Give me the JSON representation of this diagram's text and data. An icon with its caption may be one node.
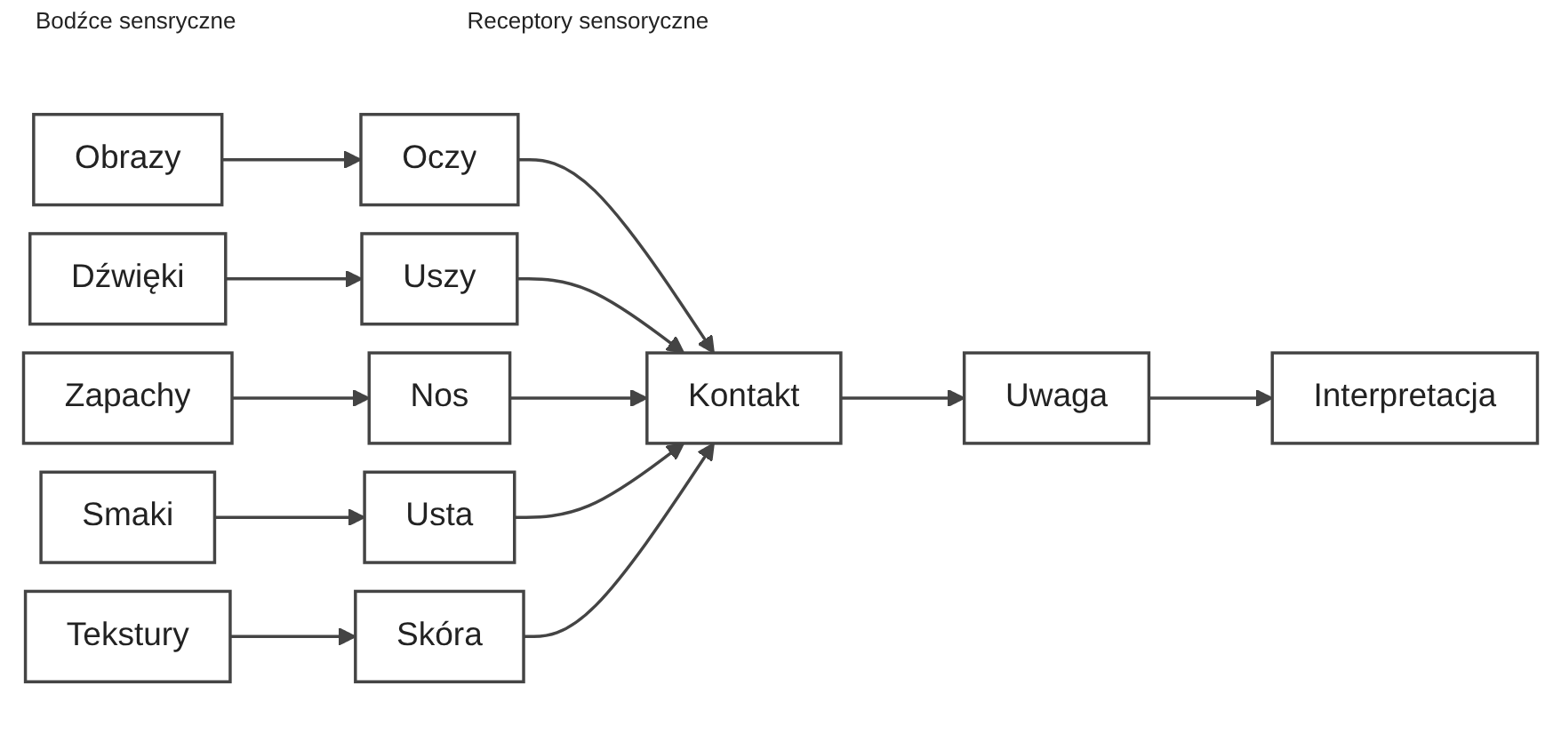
{
  "diagram": {
    "nodes": [
      {
        "text": [
          "Obrazy"
        ]
      },
      {
        "text": [
          "Dźwięki"
        ]
      },
      {
        "text": [
          "Zapachy"
        ]
      },
      {
        "text": [
          "Smaki"
        ]
      },
      {
        "text": [
          "Tekstury"
        ]
      },
      {
        "text": [
          "Oczy"
        ]
      },
      {
        "text": [
          "Uszy"
        ]
      },
      {
        "text": [
          "Nos"
        ]
      },
      {
        "text": [
          "Usta"
        ]
      },
      {
        "text": [
          "Skóra"
        ]
      },
      {
        "text": [
          "Kontakt"
        ]
      },
      {
        "text": [
          "Uwaga"
        ]
      },
      {
        "text": [
          "Interpretacja"
        ]
      }
    ],
    "edges": [
      {
        "from": 0,
        "to": 5,
        "arrow": "to"
      },
      {
        "from": 1,
        "to": 6,
        "arrow": "to"
      },
      {
        "from": 2,
        "to": 7,
        "arrow": "to"
      },
      {
        "from": 3,
        "to": 8,
        "arrow": "to"
      },
      {
        "from": 4,
        "to": 9,
        "arrow": "to"
      },
      {
        "from": 5,
        "to": 10,
        "arrow": "to"
      },
      {
        "from": 6,
        "to": 10,
        "arrow": "to"
      },
      {
        "from": 7,
        "to": 10,
        "arrow": "to"
      },
      {
        "from": 8,
        "to": 10,
        "arrow": "to"
      },
      {
        "from": 9,
        "to": 10,
        "arrow": "to"
      },
      {
        "from": 10,
        "to": 11,
        "arrow": "to"
      },
      {
        "from": 11,
        "to": 12,
        "arrow": "to"
      }
    ],
    "labels": [
      "Bodźce sensryczne",
      "Receptory sensoryczne"
    ]
  }
}
